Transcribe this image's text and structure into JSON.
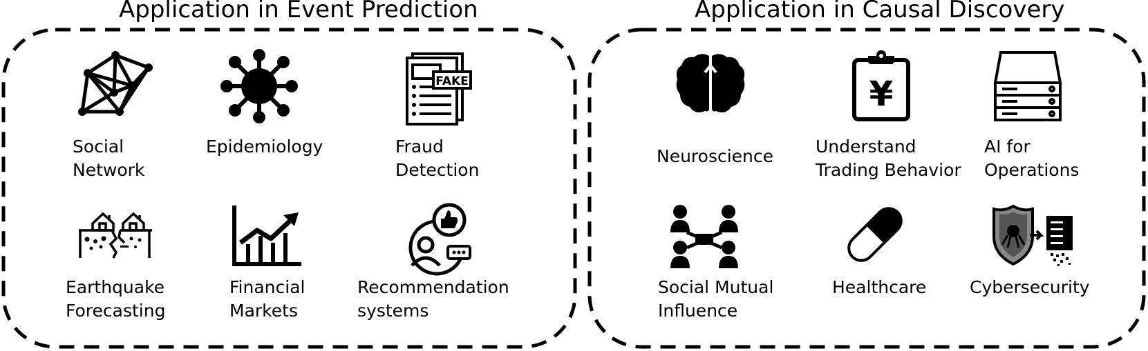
{
  "panels": [
    {
      "title": "Application in Event Prediction",
      "items": [
        {
          "label": "Social\nNetwork",
          "icon": "network-graph-icon"
        },
        {
          "label": "Epidemiology",
          "icon": "virus-icon"
        },
        {
          "label": "Fraud\nDetection",
          "icon": "fake-news-icon"
        },
        {
          "label": "Earthquake\nForecasting",
          "icon": "earthquake-icon"
        },
        {
          "label": "Financial\nMarkets",
          "icon": "growth-chart-icon"
        },
        {
          "label": "Recommendation\nsystems",
          "icon": "recommendation-icon"
        }
      ]
    },
    {
      "title": "Application in Causal Discovery",
      "items": [
        {
          "label": "Neuroscience",
          "icon": "brain-icon"
        },
        {
          "label": "Understand\nTrading Behavior",
          "icon": "yen-clipboard-icon"
        },
        {
          "label": "AI for\nOperations",
          "icon": "server-icon"
        },
        {
          "label": "Social Mutual\nInfluence",
          "icon": "people-network-icon"
        },
        {
          "label": "Healthcare",
          "icon": "pill-capsule-icon"
        },
        {
          "label": "Cybersecurity",
          "icon": "shield-malware-icon"
        }
      ]
    }
  ]
}
